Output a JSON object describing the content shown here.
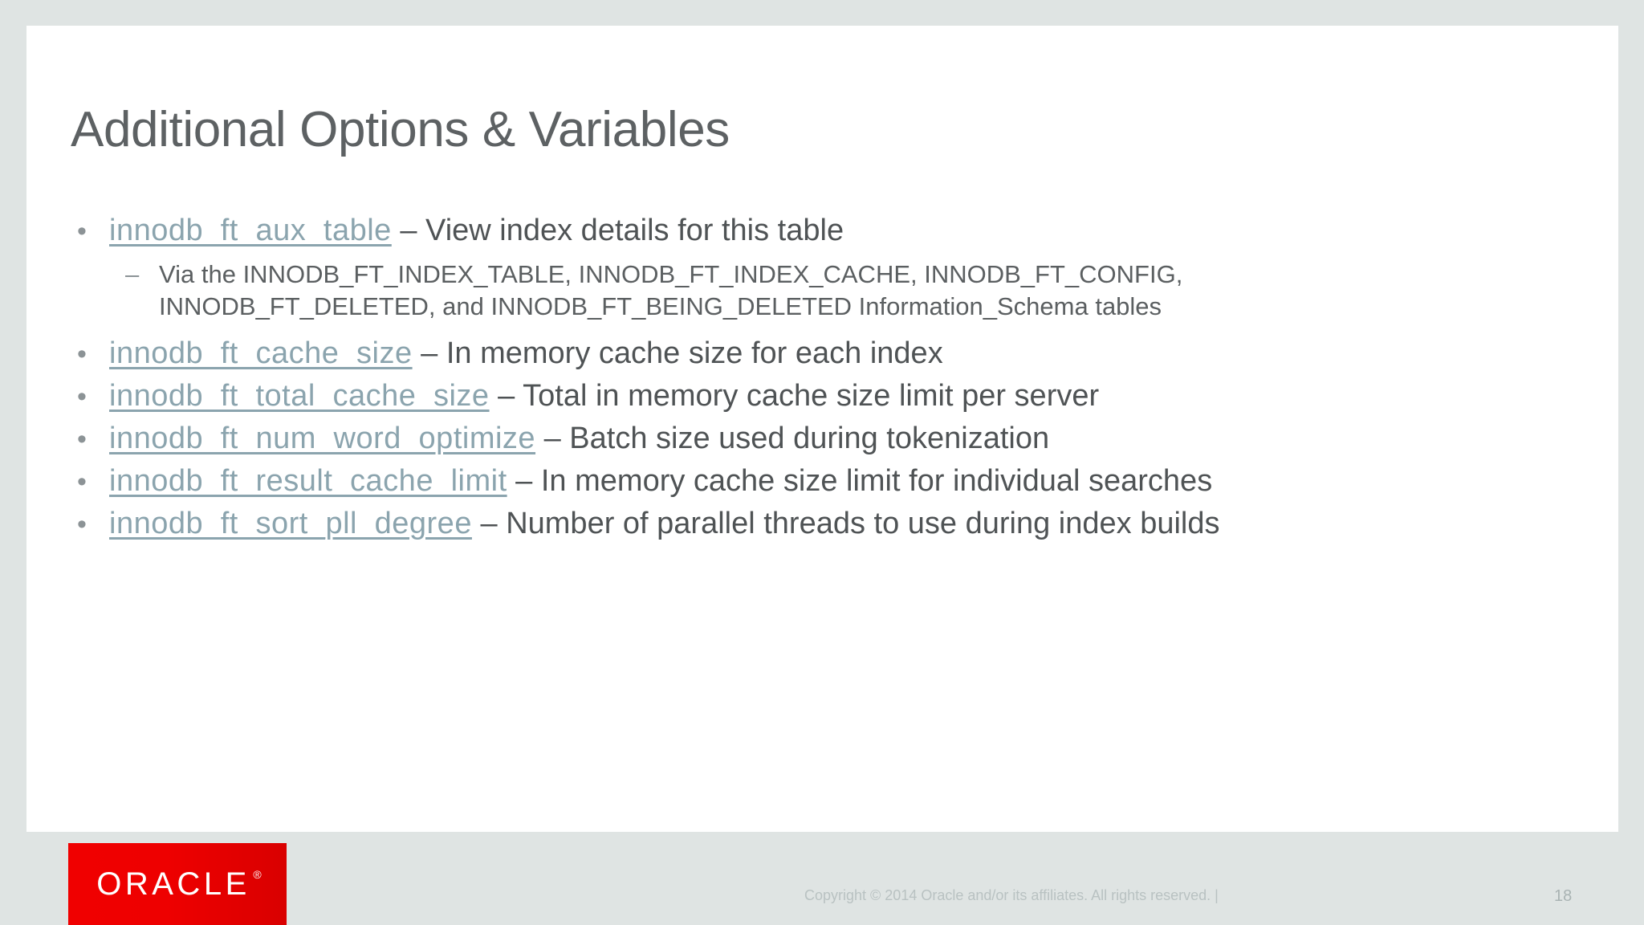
{
  "slide": {
    "title": "Additional Options & Variables",
    "bullets": [
      {
        "marker": "•",
        "varname": "innodb_ft_aux_table",
        "desc": " – View index details for this table",
        "sub": {
          "marker": "–",
          "lines": [
            "Via the INNODB_FT_INDEX_TABLE, INNODB_FT_INDEX_CACHE, INNODB_FT_CONFIG,",
            "INNODB_FT_DELETED, and INNODB_FT_BEING_DELETED Information_Schema tables"
          ]
        }
      },
      {
        "marker": "•",
        "varname": "innodb_ft_cache_size",
        "desc": " – In memory cache size for each index"
      },
      {
        "marker": "•",
        "varname": "innodb_ft_total_cache_size",
        "desc": " – Total in memory cache size limit per server"
      },
      {
        "marker": "•",
        "varname": "innodb_ft_num_word_optimize",
        "desc": " – Batch size used during tokenization"
      },
      {
        "marker": "•",
        "varname": "innodb_ft_result_cache_limit",
        "desc": " – In memory cache size limit for individual searches"
      },
      {
        "marker": "•",
        "varname": "innodb_ft_sort_pll_degree",
        "desc": " – Number of parallel threads to use during index builds"
      }
    ]
  },
  "footer": {
    "logo_text": "ORACLE",
    "logo_registered": "®",
    "copyright": "Copyright © 2014 Oracle and/or its affiliates. All rights reserved.  |",
    "page_number": "18"
  },
  "colors": {
    "background": "#dfe4e3",
    "panel": "#ffffff",
    "title_text": "#5d6163",
    "body_text": "#4f5355",
    "varname_link": "#8ba4ae",
    "logo_red": "#ee0000",
    "footer_text": "#b9c2c2"
  }
}
